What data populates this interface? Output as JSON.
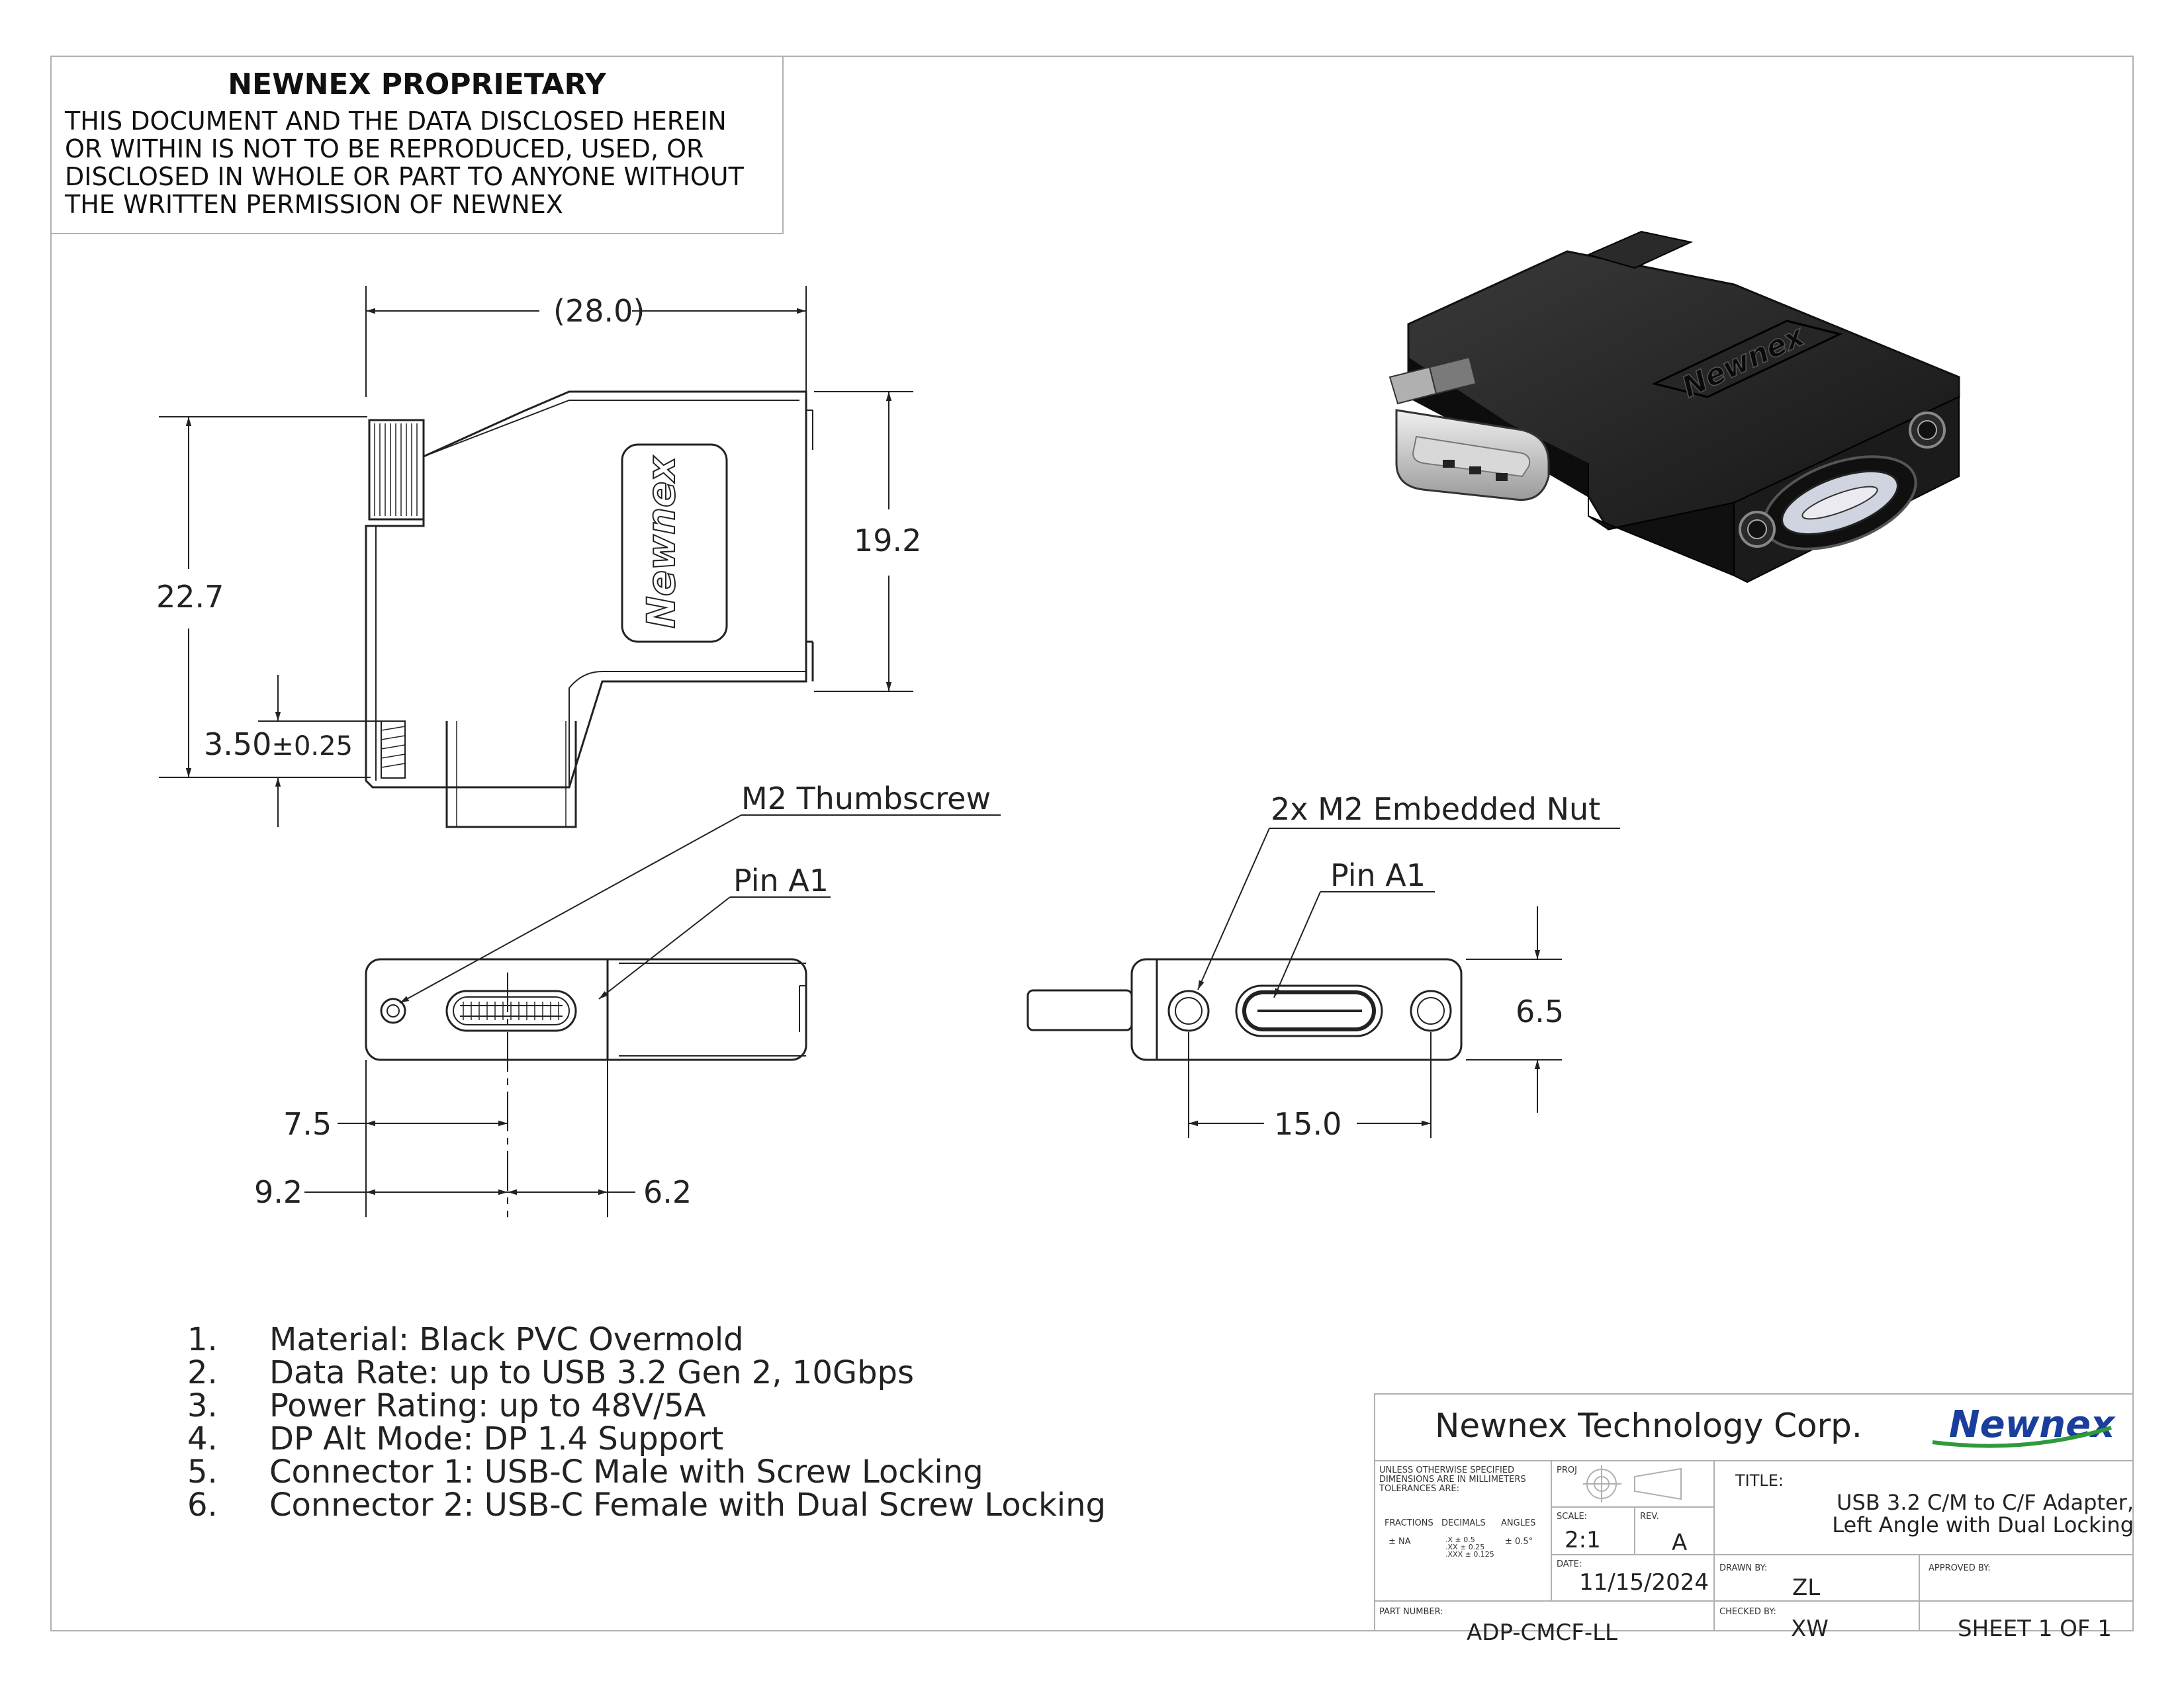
{
  "proprietary": {
    "title": "NEWNEX PROPRIETARY",
    "lines": [
      "THIS DOCUMENT AND THE DATA DISCLOSED HEREIN",
      "OR WITHIN IS NOT TO BE REPRODUCED, USED, OR",
      "DISCLOSED IN WHOLE OR PART TO ANYONE WITHOUT",
      "THE WRITTEN PERMISSION OF NEWNEX"
    ]
  },
  "dimensions": {
    "width_top": "28.0",
    "height_right": "19.2",
    "height_left": "22.7",
    "screw_protrusion": "3.50",
    "screw_tol": "±0.25",
    "male_offset_a": "7.5",
    "male_offset_b": "9.2",
    "male_offset_c": "6.2",
    "female_spacing": "15.0",
    "female_height": "6.5"
  },
  "callouts": {
    "thumbscrew": "M2 Thumbscrew",
    "pin_a1_left": "Pin A1",
    "embedded_nut": "2x M2 Embedded Nut",
    "pin_a1_right": "Pin A1"
  },
  "logo_text": "Newnex",
  "notes": [
    {
      "num": "1.",
      "text": "Material: Black PVC Overmold"
    },
    {
      "num": "2.",
      "text": "Data Rate: up to USB 3.2 Gen 2, 10Gbps"
    },
    {
      "num": "3.",
      "text": "Power Rating: up to 48V/5A"
    },
    {
      "num": "4.",
      "text": "DP Alt Mode: DP 1.4 Support"
    },
    {
      "num": "5.",
      "text": "Connector 1: USB-C Male with Screw Locking"
    },
    {
      "num": "6.",
      "text": "Connector 2: USB-C Female with Dual Screw Locking"
    }
  ],
  "title_block": {
    "company": "Newnex Technology Corp.",
    "tolerances_header": [
      "UNLESS OTHERWISE SPECIFIED",
      "DIMENSIONS ARE IN MILLIMETERS",
      "TOLERANCES ARE:"
    ],
    "tol_cols": [
      "FRACTIONS",
      "DECIMALS",
      "ANGLES"
    ],
    "tol_fraction": "± NA",
    "tol_decimals": [
      ".X ± 0.5",
      ".XX ± 0.25",
      ".XXX ± 0.125"
    ],
    "tol_angle": "± 0.5°",
    "proj_label": "PROJ",
    "scale_label": "SCALE:",
    "scale": "2:1",
    "rev_label": "REV.",
    "rev": "A",
    "date_label": "DATE:",
    "date": "11/15/2024",
    "title_label": "TITLE:",
    "title_line1": "USB 3.2 C/M to C/F Adapter,",
    "title_line2": "Left Angle with Dual Locking",
    "drawn_label": "DRAWN BY:",
    "drawn": "ZL",
    "approved_label": "APPROVED BY:",
    "checked_label": "CHECKED BY:",
    "checked": "XW",
    "sheet": "SHEET  1 OF 1",
    "part_label": "PART NUMBER:",
    "part": "ADP-CMCF-LL"
  }
}
